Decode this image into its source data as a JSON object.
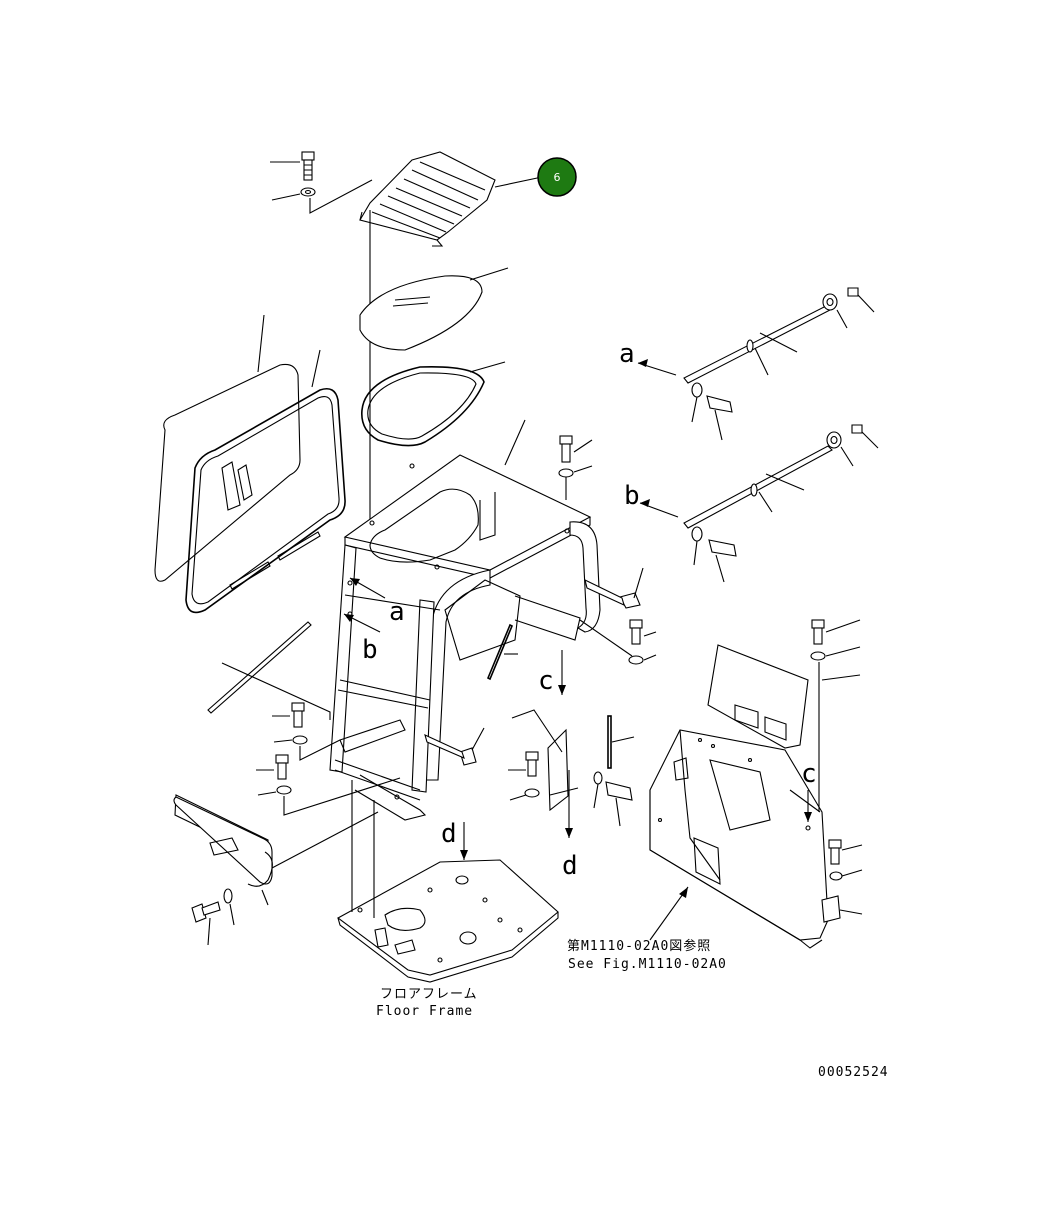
{
  "hotspot": {
    "number": "6",
    "color": "#1e7a12",
    "border": "#000000"
  },
  "ref_letters": {
    "a_top": "a",
    "b_top": "b",
    "a_frame": "a",
    "b_frame": "b",
    "c_frame": "c",
    "c_right": "c",
    "d_floor": "d",
    "d_lower": "d"
  },
  "notes": {
    "see_fig_jp": "第M1110-02A0図参照",
    "see_fig_en": "See Fig.M1110-02A0",
    "floor_frame_jp": "フロアフレーム",
    "floor_frame_en": "Floor Frame"
  },
  "drawing_number": "00052524"
}
